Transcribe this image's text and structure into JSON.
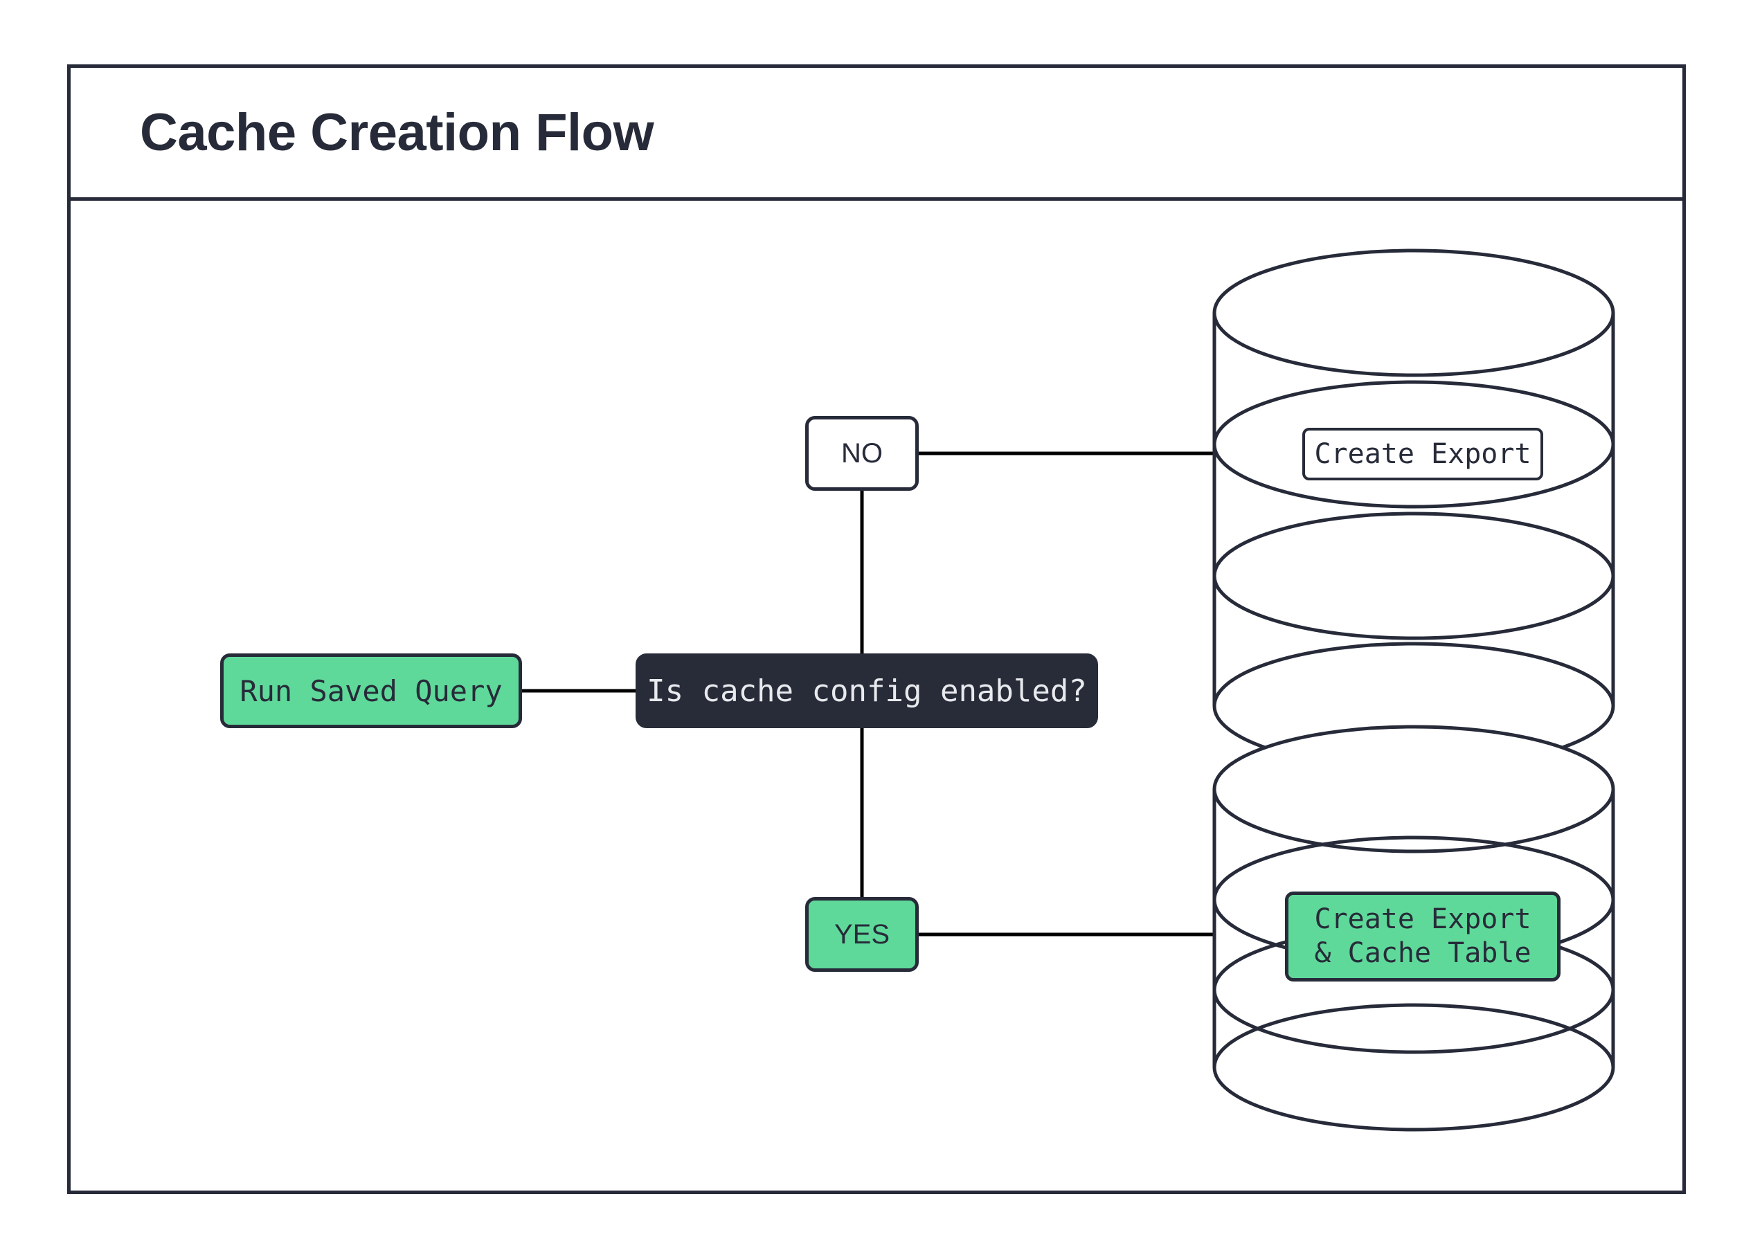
{
  "diagram": {
    "title": "Cache Creation Flow",
    "colors": {
      "ink": "#272b39",
      "dark_fill": "#282c38",
      "green_fill": "#5fd99a",
      "white_fill": "#ffffff",
      "edge": "#000000"
    },
    "nodes": {
      "run_saved_query": {
        "label": "Run Saved Query",
        "shape": "rounded-rect",
        "fill": "green"
      },
      "decision": {
        "label": "Is cache config enabled?",
        "shape": "rounded-rect",
        "fill": "dark"
      },
      "no_label": {
        "label": "NO",
        "shape": "rounded-rect",
        "fill": "white"
      },
      "yes_label": {
        "label": "YES",
        "shape": "rounded-rect",
        "fill": "green"
      },
      "create_export": {
        "label": "Create Export",
        "shape": "rounded-rect",
        "fill": "white",
        "container": "database-cylinder"
      },
      "create_export_cache": {
        "label_line1": "Create Export",
        "label_line2": "& Cache Table",
        "shape": "rounded-rect",
        "fill": "green",
        "container": "database-cylinder"
      }
    },
    "containers": {
      "top_database": {
        "name": "database-cylinder-top",
        "rings": 3
      },
      "bottom_database": {
        "name": "database-cylinder-bottom",
        "rings": 3
      }
    },
    "edges": [
      {
        "from": "run_saved_query",
        "to": "decision",
        "label": ""
      },
      {
        "from": "decision",
        "to": "no_label",
        "label": "NO"
      },
      {
        "from": "decision",
        "to": "yes_label",
        "label": "YES"
      },
      {
        "from": "no_label",
        "to": "top_database",
        "label": ""
      },
      {
        "from": "yes_label",
        "to": "bottom_database",
        "label": ""
      }
    ]
  }
}
